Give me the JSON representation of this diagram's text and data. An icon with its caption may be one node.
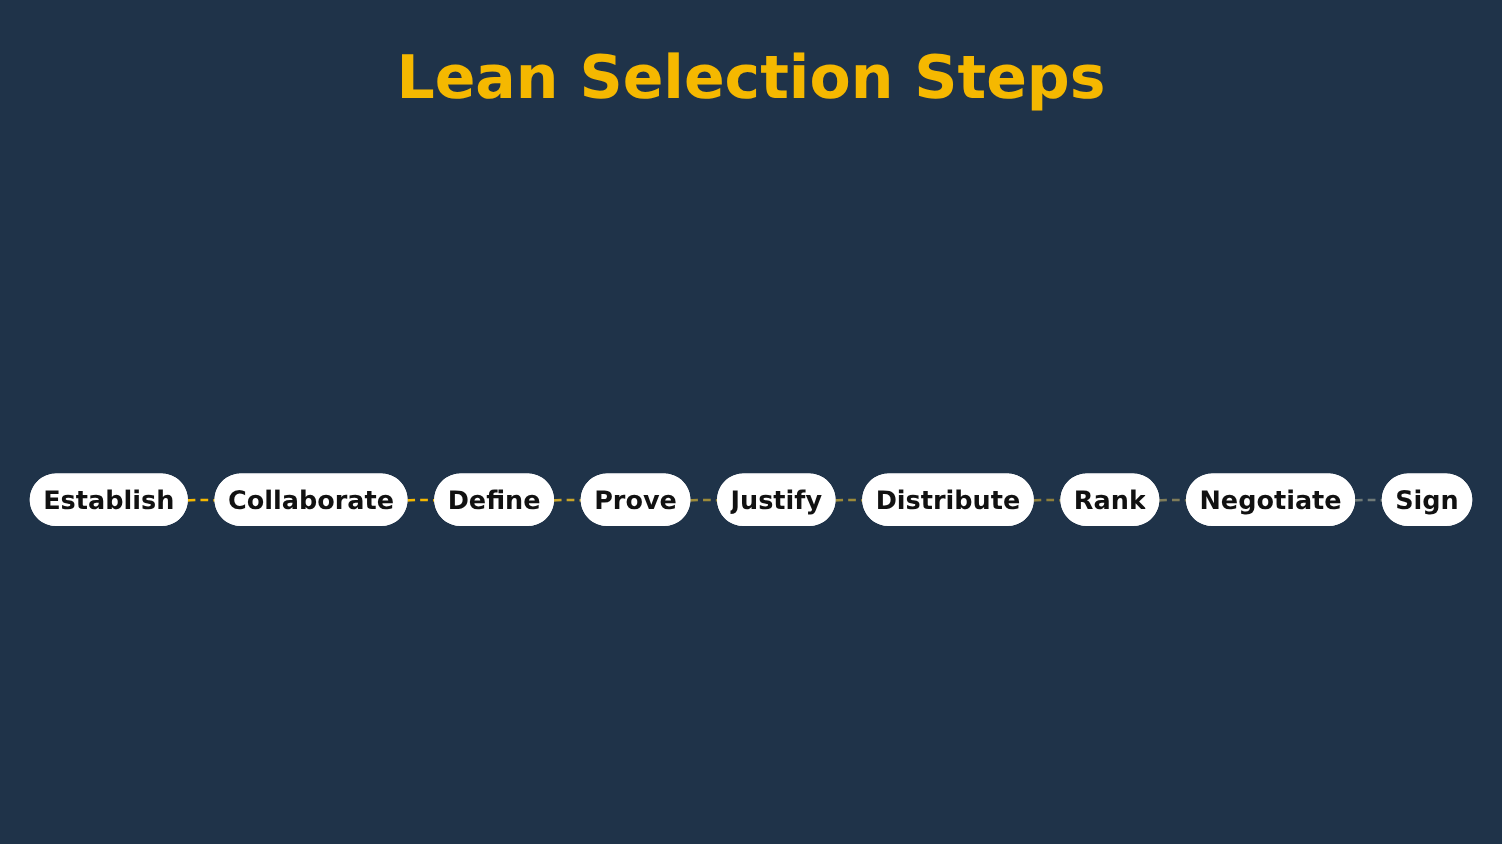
{
  "diagram": {
    "title": "Lean Selection Steps",
    "nodes": [
      {
        "text": [
          "Establish"
        ]
      },
      {
        "text": [
          "Collaborate"
        ]
      },
      {
        "text": [
          "Define"
        ]
      },
      {
        "text": [
          "Distribute"
        ]
      },
      {
        "text": [
          "Justify"
        ]
      },
      {
        "text": [
          "Prove"
        ]
      },
      {
        "text": [
          "Rank"
        ]
      },
      {
        "text": [
          "Negotiate"
        ]
      },
      {
        "text": [
          "Sign"
        ]
      }
    ],
    "edges": [
      {
        "from": 0,
        "to": 1,
        "arrow": "none",
        "style": "dashed",
        "color": "#f5b800"
      },
      {
        "from": 1,
        "to": 2,
        "arrow": "none",
        "style": "dashed",
        "color": "#f5b800"
      },
      {
        "from": 2,
        "to": 5,
        "arrow": "none",
        "style": "dashed",
        "color": "#c9a52a"
      },
      {
        "from": 5,
        "to": 4,
        "arrow": "none",
        "style": "dashed",
        "color": "#9c8a3a"
      },
      {
        "from": 4,
        "to": 3,
        "arrow": "none",
        "style": "dashed",
        "color": "#9c8a3a"
      },
      {
        "from": 3,
        "to": 6,
        "arrow": "none",
        "style": "dashed",
        "color": "#8e7f3c"
      },
      {
        "from": 6,
        "to": 7,
        "arrow": "none",
        "style": "dashed",
        "color": "#7f7c5a"
      },
      {
        "from": 7,
        "to": 8,
        "arrow": "none",
        "style": "dashed",
        "color": "#6f7a78"
      }
    ]
  }
}
